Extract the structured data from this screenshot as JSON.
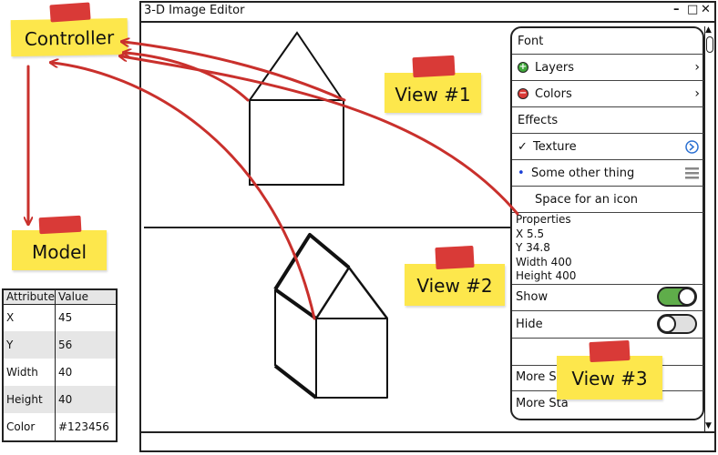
{
  "window": {
    "title": "3-D Image Editor",
    "controls": {
      "minimize": "–",
      "maximize": "□",
      "close": "✕"
    }
  },
  "panel": {
    "items": [
      {
        "label": "Font"
      },
      {
        "label": "Layers",
        "icon": "plus-icon",
        "icon_color": "#3fa83a",
        "chevron": "›"
      },
      {
        "label": "Colors",
        "icon": "minus-icon",
        "icon_color": "#d93a37",
        "chevron": "›"
      },
      {
        "label": "Effects"
      },
      {
        "label": "Texture",
        "prefix": "✓",
        "icon": "circle-arrow-icon"
      },
      {
        "label": "Some other thing",
        "prefix": "•",
        "icon": "hamburger-icon"
      },
      {
        "label": "Space for an icon"
      }
    ],
    "properties": {
      "heading": "Properties",
      "x": "X 5.5",
      "y": "Y 34.8",
      "width": "Width 400",
      "height": "Height 400"
    },
    "toggles": [
      {
        "label": "Show",
        "on": true,
        "on_color": "#5fad4a"
      },
      {
        "label": "Hide",
        "on": false
      }
    ],
    "more": [
      "More St",
      "More Sta"
    ]
  },
  "notes": {
    "controller": "Controller",
    "model": "Model",
    "view1": "View #1",
    "view2": "View #2",
    "view3": "View #3"
  },
  "model_table": {
    "headers": [
      "Attribute",
      "Value"
    ],
    "rows": [
      [
        "X",
        "45"
      ],
      [
        "Y",
        "56"
      ],
      [
        "Width",
        "40"
      ],
      [
        "Height",
        "40"
      ],
      [
        "Color",
        "#123456"
      ]
    ]
  },
  "colors": {
    "note": "#fde74c",
    "tape": "#d93a37",
    "arrow": "#c9302c",
    "table_stripe": "#e6e6e6"
  }
}
